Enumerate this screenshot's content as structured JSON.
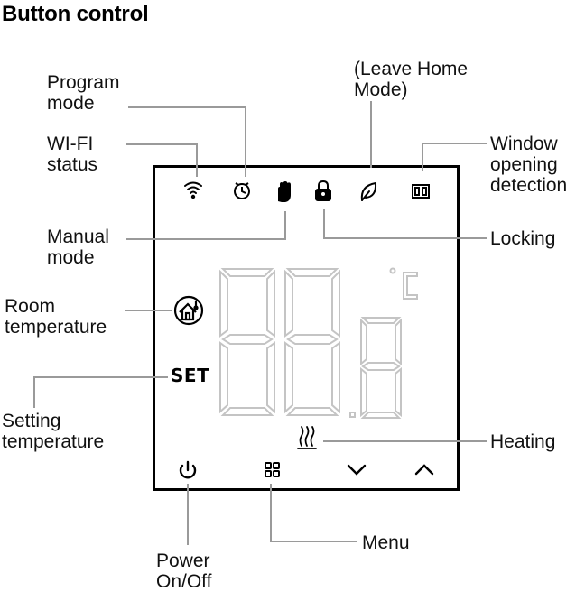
{
  "title": "Button control",
  "labels": {
    "program_mode": "Program\nmode",
    "leave_home_mode": "(Leave Home\nMode)",
    "wifi_status": "WI-FI\nstatus",
    "window_detection": "Window\nopening\ndetection",
    "manual_mode": "Manual\nmode",
    "locking": "Locking",
    "room_temperature": "Room\ntemperature",
    "setting_temperature": "Setting\ntemperature",
    "heating": "Heating",
    "menu": "Menu",
    "power": "Power\nOn/Off"
  },
  "display": {
    "set_text": "SET",
    "unit": "°C"
  },
  "colors": {
    "leader_line": "#9a9a9a",
    "segment": "#c4c4c4",
    "panel_border": "#000000"
  },
  "icons": [
    "wifi-icon",
    "clock-icon",
    "hand-icon",
    "lock-icon",
    "leaf-icon",
    "window-icon",
    "house-thermometer-icon",
    "heating-icon",
    "power-icon",
    "menu-grid-icon",
    "chevron-down-icon",
    "chevron-up-icon"
  ]
}
